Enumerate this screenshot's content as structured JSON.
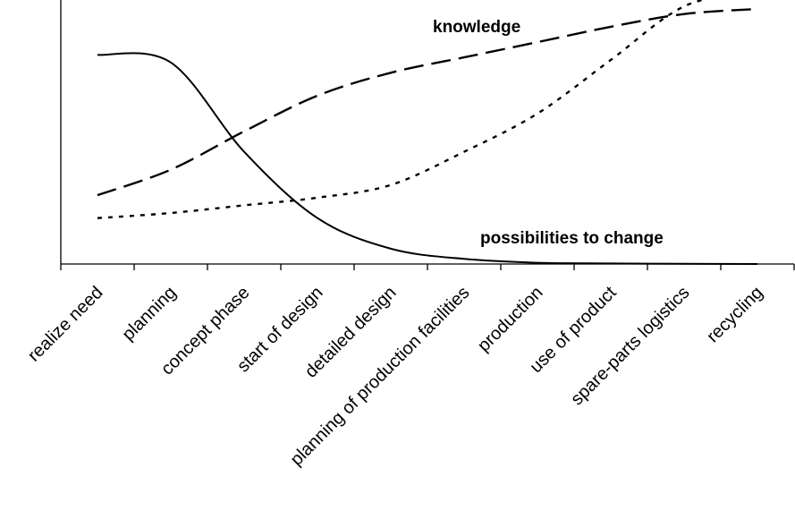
{
  "chart_data": {
    "type": "line",
    "categories": [
      "realize need",
      "planning",
      "concept phase",
      "start of design",
      "detailed design",
      "planning of production facilities",
      "production",
      "use of product",
      "spare-parts logistics",
      "recycling"
    ],
    "series": [
      {
        "name": "knowledge",
        "style": "dashed",
        "values": [
          27,
          37,
          52,
          66,
          75,
          81,
          87,
          93,
          98,
          100
        ]
      },
      {
        "name": "",
        "style": "dotted",
        "values": [
          18,
          20,
          23,
          26,
          31,
          44,
          59,
          80,
          101,
          107
        ]
      },
      {
        "name": "possibilities to change",
        "style": "solid",
        "values": [
          82,
          79,
          44,
          18,
          6,
          2,
          0.5,
          0.2,
          0.1,
          0
        ]
      }
    ],
    "ylim": [
      0,
      100
    ],
    "grid": false,
    "legend": "none",
    "xlabel": "",
    "ylabel": "",
    "title": ""
  }
}
